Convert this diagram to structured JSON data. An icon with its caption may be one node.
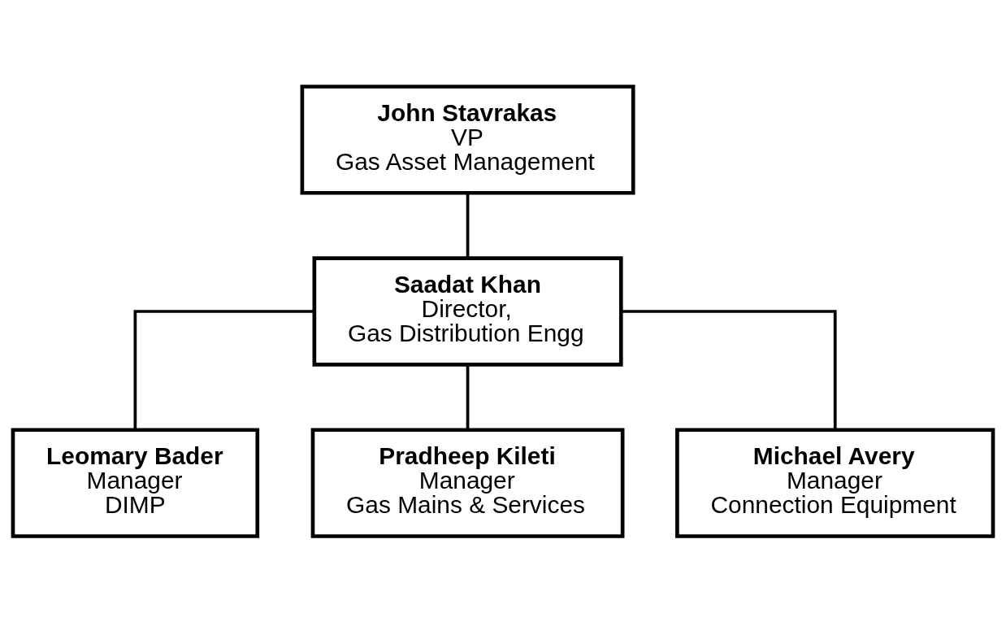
{
  "diagram": {
    "nodes": [
      {
        "text": [
          "John Stavrakas",
          "VP",
          "Gas Asset Management"
        ]
      },
      {
        "text": [
          "Saadat Khan",
          "Director,",
          "Gas Distribution Engg"
        ]
      },
      {
        "text": [
          "Leomary Bader",
          "Manager",
          "DIMP"
        ]
      },
      {
        "text": [
          "Pradheep Kileti",
          "Manager",
          "Gas Mains & Services"
        ]
      },
      {
        "text": [
          "Michael Avery",
          "Manager",
          "Connection Equipment"
        ]
      }
    ],
    "edges": [
      {
        "from": 0,
        "to": 1,
        "arrow": "none"
      },
      {
        "from": 1,
        "to": 2,
        "arrow": "none"
      },
      {
        "from": 1,
        "to": 3,
        "arrow": "none"
      },
      {
        "from": 1,
        "to": 4,
        "arrow": "none"
      }
    ]
  }
}
